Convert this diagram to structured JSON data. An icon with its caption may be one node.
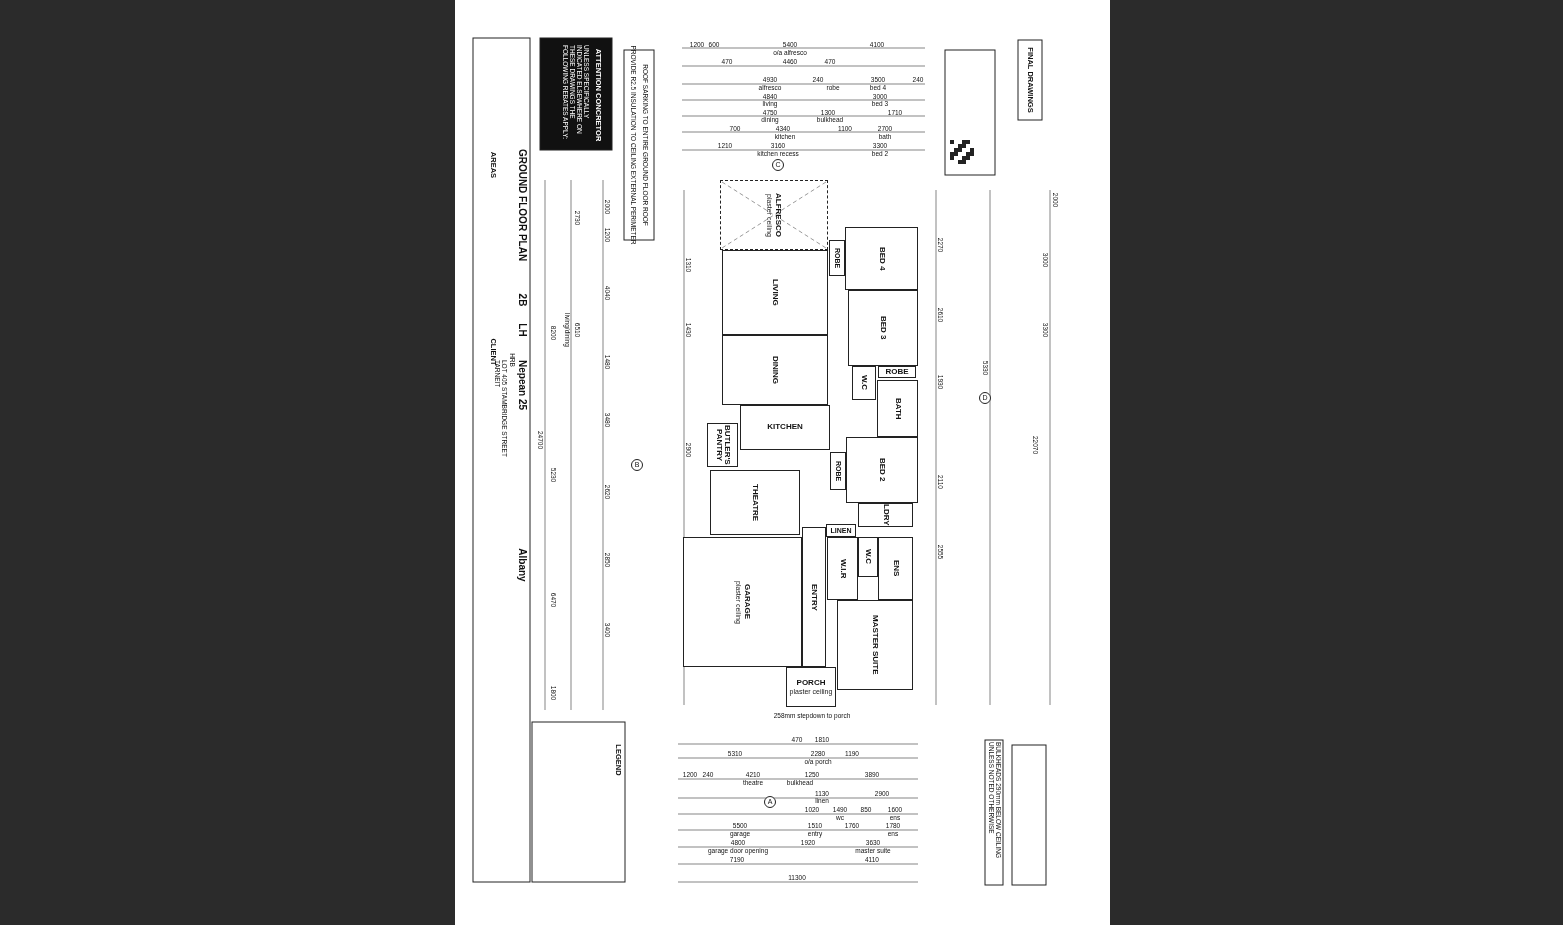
{
  "diagram": {
    "title": "GROUND FLOOR PLAN",
    "nodes": [
      {
        "text": [
          "ALFRESCO",
          "plaster ceiling"
        ]
      },
      {
        "text": [
          "BED 4"
        ]
      },
      {
        "text": [
          "ROBE"
        ]
      },
      {
        "text": [
          "LIVING"
        ]
      },
      {
        "text": [
          "DINING"
        ]
      },
      {
        "text": [
          "KITCHEN"
        ]
      },
      {
        "text": [
          "BUTLER'S PANTRY"
        ]
      },
      {
        "text": [
          "BED 3"
        ]
      },
      {
        "text": [
          "ROBE"
        ]
      },
      {
        "text": [
          "W.C"
        ]
      },
      {
        "text": [
          "BATH"
        ]
      },
      {
        "text": [
          "BED 2"
        ]
      },
      {
        "text": [
          "ROBE"
        ]
      },
      {
        "text": [
          "THEATRE"
        ]
      },
      {
        "text": [
          "LDRY"
        ]
      },
      {
        "text": [
          "LINEN"
        ]
      },
      {
        "text": [
          "W.I.R"
        ]
      },
      {
        "text": [
          "W.C"
        ]
      },
      {
        "text": [
          "ENS"
        ]
      },
      {
        "text": [
          "GARAGE",
          "plaster ceiling"
        ]
      },
      {
        "text": [
          "ENTRY"
        ]
      },
      {
        "text": [
          "MASTER SUITE"
        ]
      },
      {
        "text": [
          "PORCH",
          "plaster ceiling"
        ]
      }
    ],
    "labels": [
      "2B",
      "LH",
      "Nepean 25",
      "Albany",
      "AREAS",
      "CLIENT",
      "HRB",
      "LOT 405 STAMBRIDGE STREET TARNEIT",
      "UNLESS SPECIFICALLY INDICATED ELSEWHERE ON THESE DRAWINGS THE FOLLOWING REBATES APPLY:",
      "ATTENTION CONCRETOR",
      "PROVIDE R2.5 INSULATION TO CEILING EXTERNAL PERIMETER",
      "ROOF SARKING TO ENTIRE GROUND FLOOR ROOF",
      "FINAL DRAWINGS",
      "BULKHEADS 290mm BELOW CEILING UNLESS NOTED OTHERWISE",
      "LEGEND",
      "A",
      "B",
      "C",
      "D",
      "1200",
      "600",
      "5400",
      "4100",
      "o/a alfresco",
      "470",
      "4460",
      "470",
      "4930",
      "240",
      "3500",
      "240",
      "alfresco",
      "robe",
      "bed 4",
      "4840",
      "3000",
      "living",
      "bed 3",
      "4750",
      "1300",
      "1710",
      "dining",
      "bulkhead",
      "700",
      "4340",
      "1100",
      "2700",
      "kitchen",
      "bath",
      "1210",
      "3160",
      "3300",
      "kitchen recess",
      "bed 2",
      "470",
      "1810",
      "5310",
      "2280",
      "1190",
      "o/a porch",
      "1200",
      "240",
      "4210",
      "1250",
      "3890",
      "theatre",
      "bulkhead",
      "1130",
      "2900",
      "linen",
      "1020",
      "1490",
      "850",
      "1600",
      "wc",
      "ens",
      "5500",
      "1510",
      "1760",
      "1780",
      "garage",
      "entry",
      "ens",
      "4800",
      "1920",
      "3630",
      "garage door opening",
      "master suite",
      "7190",
      "4110",
      "11300",
      "2000",
      "1200",
      "4040",
      "1480",
      "3480",
      "2620",
      "2850",
      "3400",
      "2730",
      "6510",
      "living/dining",
      "8200",
      "5230",
      "6470",
      "1800",
      "24700",
      "2000",
      "3000",
      "3300",
      "22070",
      "5330",
      "2270",
      "2610",
      "1930",
      "2110",
      "2555",
      "1310",
      "1430",
      "2900",
      "258mm stepdown to porch"
    ]
  }
}
